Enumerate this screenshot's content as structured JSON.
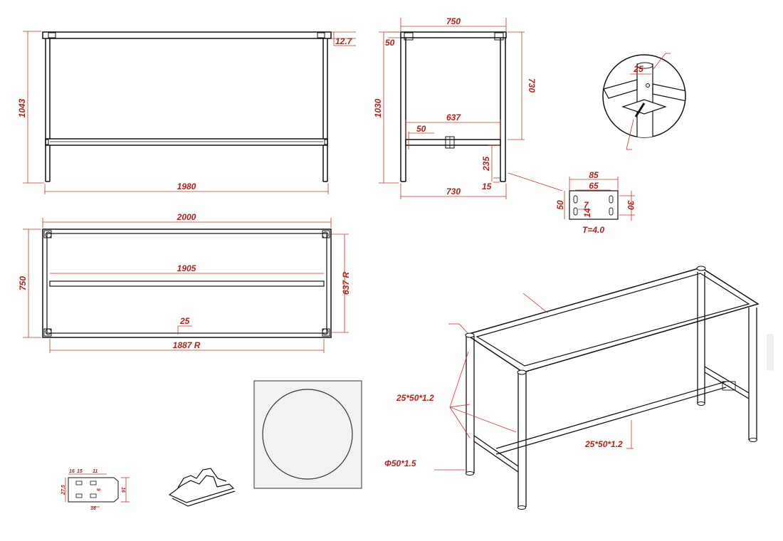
{
  "colors": {
    "dimension": "#b3231c",
    "outline": "#111111"
  },
  "front_view": {
    "height": "1043",
    "width": "1980",
    "top_thickness": "12.7"
  },
  "side_view": {
    "width_top": "750",
    "top_gap": "50",
    "height": "1030",
    "upper_height": "730",
    "rail_span": "637",
    "rail_offset": "50",
    "rail_height": "235",
    "foot_height": "15",
    "width_bottom": "730"
  },
  "plate": {
    "width": "85",
    "hole_spacing": "65",
    "height": "50",
    "hole_height": "30",
    "slot_width": "7",
    "slot_gap": "14",
    "thickness": "T=4.0"
  },
  "detail": {
    "tube": "25"
  },
  "plan_view": {
    "length": "2000",
    "depth": "750",
    "inner": "1905",
    "inner_depth": "637 R",
    "rail": "25",
    "base_length": "1887 R"
  },
  "iso_view": {
    "tube_a": "25*50*1.2",
    "tube_b": "25*50*1.2",
    "leg": "Φ50*1.5"
  },
  "small_part": {
    "d1": "16",
    "d2": "15",
    "d3": "11",
    "d4": "27.5",
    "d5": "6",
    "d6": "16",
    "d7": "18"
  }
}
